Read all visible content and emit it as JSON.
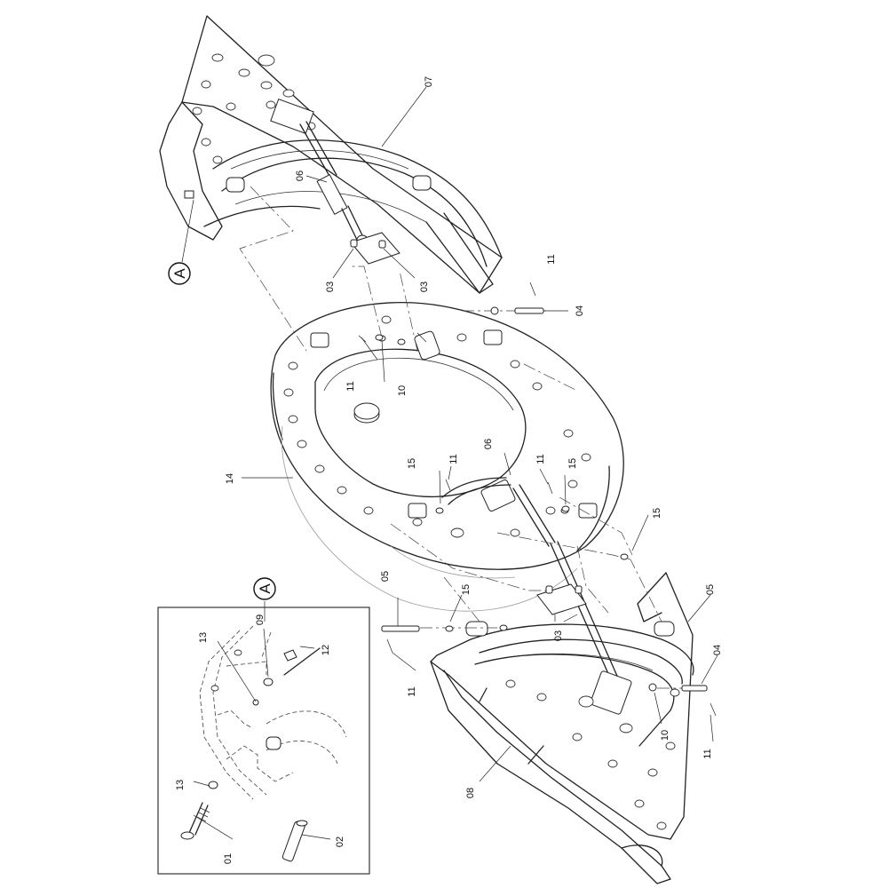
{
  "callouts": {
    "c01": "01",
    "c02": "02",
    "c03a": "03",
    "c03b": "03",
    "c03c": "03",
    "c04a": "04",
    "c04b": "04",
    "c05a": "05",
    "c05b": "05",
    "c06a": "06",
    "c06b": "06",
    "c07": "07",
    "c08": "08",
    "c09": "09",
    "c10a": "10",
    "c10b": "10",
    "c11a": "11",
    "c11b": "11",
    "c11c": "11",
    "c11d": "11",
    "c11e": "11",
    "c11f": "11",
    "c12": "12",
    "c13a": "13",
    "c13b": "13",
    "c14": "14",
    "c15a": "15",
    "c15b": "15",
    "c15c": "15",
    "c15d": "15"
  },
  "detail": {
    "marker": "A",
    "ref_marker": "A"
  }
}
